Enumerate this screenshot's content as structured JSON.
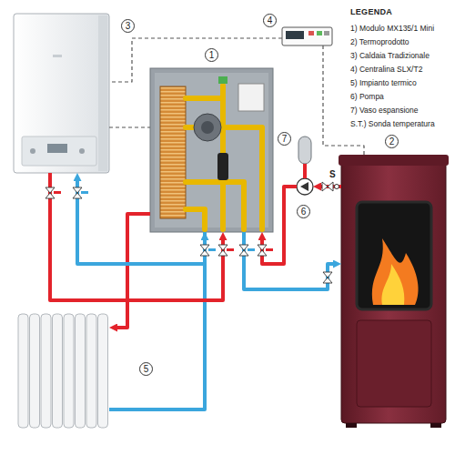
{
  "diagram": {
    "nodes": [
      {
        "text": [
          "3"
        ]
      },
      {
        "text": [
          "4"
        ]
      },
      {
        "text": [
          "1"
        ]
      },
      {
        "text": [
          "7"
        ]
      },
      {
        "text": [
          "6"
        ]
      },
      {
        "text": [
          "2"
        ]
      },
      {
        "text": [
          "5"
        ]
      }
    ],
    "edges": [
      {
        "from": 0,
        "to": 2,
        "arrow": "to"
      },
      {
        "from": 2,
        "to": 0,
        "arrow": "to"
      },
      {
        "from": 2,
        "to": 6,
        "arrow": "to"
      },
      {
        "from": 6,
        "to": 2,
        "arrow": "to"
      },
      {
        "from": 5,
        "to": 4,
        "arrow": "to"
      },
      {
        "from": 4,
        "to": 2,
        "arrow": "to"
      },
      {
        "from": 3,
        "to": 4,
        "arrow": "none"
      },
      {
        "from": 2,
        "to": 5,
        "arrow": "to"
      },
      {
        "from": 1,
        "to": 0,
        "arrow": "none"
      },
      {
        "from": 1,
        "to": 5,
        "arrow": "none"
      },
      {
        "from": 0,
        "to": 2,
        "arrow": "none"
      }
    ],
    "labels": [
      "LEGENDA",
      "S"
    ],
    "legend": [
      {
        "text": "1) Modulo MX135/1 Mini"
      },
      {
        "text": "2) Termoprodotto"
      },
      {
        "text": "3) Caldaia Tradizionale"
      },
      {
        "text": "4) Centralina SLX/T2"
      },
      {
        "text": "5) Impianto termico"
      },
      {
        "text": "6) Pompa"
      },
      {
        "text": "7) Vaso espansione"
      },
      {
        "text": "S.T.) Sonda temperatura"
      }
    ]
  }
}
